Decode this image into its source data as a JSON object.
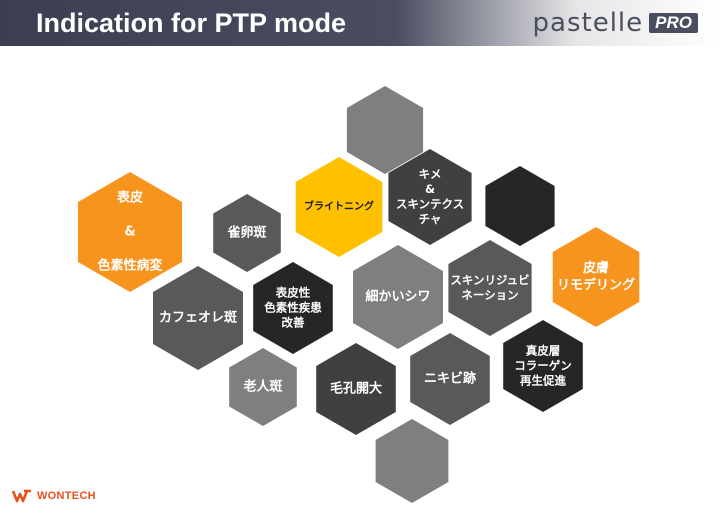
{
  "header": {
    "title": "Indication for PTP mode"
  },
  "brand": {
    "name": "pastelle",
    "badge": "PRO"
  },
  "footer": {
    "logo_text": "WONTECH"
  },
  "colors": {
    "orange": "#f7941d",
    "yellow": "#ffc000",
    "gray": "#7f7f7f",
    "dark_gray": "#595959",
    "charcoal": "#404040",
    "black": "#262626"
  },
  "hexagons": [
    {
      "label": "",
      "color": "#7f7f7f"
    },
    {
      "label": "表皮\n\n&\n\n色素性病変",
      "color": "#f7941d"
    },
    {
      "label": "雀卵斑",
      "color": "#595959"
    },
    {
      "label": "ブライトニング",
      "color": "#ffc000"
    },
    {
      "label": "キメ\n&\nスキンテクス\nチャ",
      "color": "#404040"
    },
    {
      "label": "",
      "color": "#262626"
    },
    {
      "label": "カフェオレ斑",
      "color": "#595959"
    },
    {
      "label": "表皮性\n色素性疾患\n改善",
      "color": "#262626"
    },
    {
      "label": "細かいシワ",
      "color": "#7f7f7f"
    },
    {
      "label": "スキンリジュビ\nネーション",
      "color": "#595959"
    },
    {
      "label": "皮膚\nリモデリング",
      "color": "#f7941d"
    },
    {
      "label": "老人斑",
      "color": "#7f7f7f"
    },
    {
      "label": "毛孔開大",
      "color": "#404040"
    },
    {
      "label": "ニキビ跡",
      "color": "#595959"
    },
    {
      "label": "真皮層\nコラーゲン\n再生促進",
      "color": "#262626"
    },
    {
      "label": "",
      "color": "#7f7f7f"
    }
  ]
}
